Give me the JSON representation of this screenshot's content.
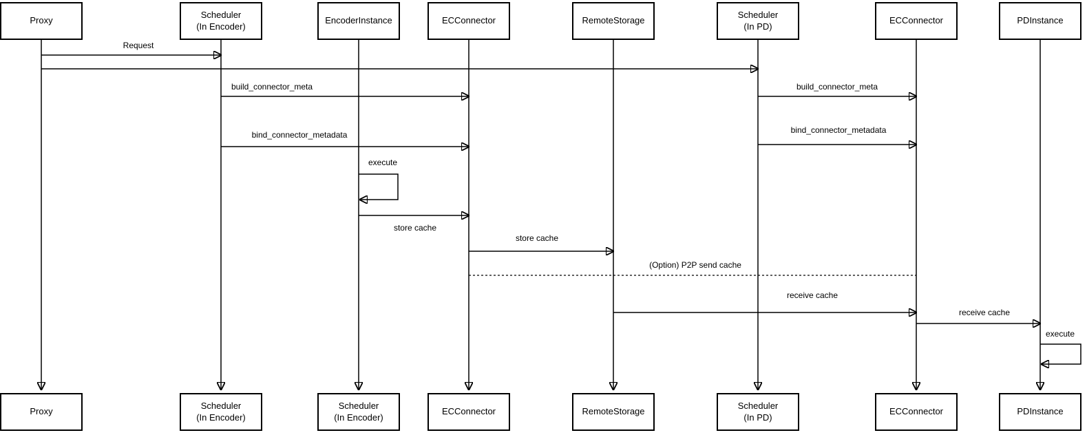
{
  "diagram_type": "uml-sequence",
  "colors": {
    "background": "#ffffff",
    "line": "#000000",
    "text": "#000000",
    "box_border": "#000000"
  },
  "participants_top": [
    {
      "name": "Proxy",
      "sub": ""
    },
    {
      "name": "Scheduler",
      "sub": "(In Encoder)"
    },
    {
      "name": "EncoderInstance",
      "sub": ""
    },
    {
      "name": "ECConnector",
      "sub": ""
    },
    {
      "name": "RemoteStorage",
      "sub": ""
    },
    {
      "name": "Scheduler",
      "sub": "(In PD)"
    },
    {
      "name": "ECConnector",
      "sub": ""
    },
    {
      "name": "PDInstance",
      "sub": ""
    }
  ],
  "participants_bottom": [
    {
      "name": "Proxy",
      "sub": ""
    },
    {
      "name": "Scheduler",
      "sub": "(In Encoder)"
    },
    {
      "name": "Scheduler",
      "sub": "(In Encoder)"
    },
    {
      "name": "ECConnector",
      "sub": ""
    },
    {
      "name": "RemoteStorage",
      "sub": ""
    },
    {
      "name": "Scheduler",
      "sub": "(In PD)"
    },
    {
      "name": "ECConnector",
      "sub": ""
    },
    {
      "name": "PDInstance",
      "sub": ""
    }
  ],
  "messages": [
    {
      "label": "Request",
      "from": "Proxy",
      "to": "Scheduler (In Encoder)",
      "style": "solid"
    },
    {
      "label": "",
      "from": "Proxy",
      "to": "Scheduler (In PD)",
      "style": "solid"
    },
    {
      "label": "build_connector_meta",
      "from": "Scheduler (In Encoder)",
      "to": "ECConnector",
      "style": "solid"
    },
    {
      "label": "build_connector_meta",
      "from": "Scheduler (In PD)",
      "to": "ECConnector (PD side)",
      "style": "solid"
    },
    {
      "label": "bind_connector_metadata",
      "from": "Scheduler (In Encoder)",
      "to": "ECConnector",
      "style": "solid"
    },
    {
      "label": "bind_connector_metadata",
      "from": "Scheduler (In PD)",
      "to": "ECConnector (PD side)",
      "style": "solid"
    },
    {
      "label": "execute",
      "from": "EncoderInstance",
      "to": "EncoderInstance",
      "style": "self"
    },
    {
      "label": "store cache",
      "from": "EncoderInstance",
      "to": "ECConnector",
      "style": "solid"
    },
    {
      "label": "store cache",
      "from": "ECConnector",
      "to": "RemoteStorage",
      "style": "solid"
    },
    {
      "label": "(Option) P2P send cache",
      "from": "ECConnector",
      "to": "ECConnector (PD side)",
      "style": "dashed"
    },
    {
      "label": "receive cache",
      "from": "RemoteStorage",
      "to": "ECConnector (PD side)",
      "style": "solid"
    },
    {
      "label": "receive cache",
      "from": "ECConnector (PD side)",
      "to": "PDInstance",
      "style": "solid"
    },
    {
      "label": "execute",
      "from": "PDInstance",
      "to": "PDInstance",
      "style": "self"
    }
  ]
}
